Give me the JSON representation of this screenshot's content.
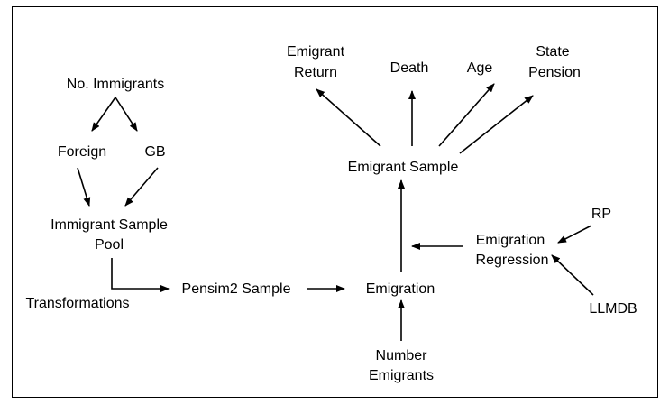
{
  "nodes": {
    "no_immigrants": "No. Immigrants",
    "foreign": "Foreign",
    "gb": "GB",
    "immigrant_sample_pool_line1": "Immigrant Sample",
    "immigrant_sample_pool_line2": "Pool",
    "transformations": "Transformations",
    "pensim2_sample": "Pensim2 Sample",
    "emigration": "Emigration",
    "number_emigrants_line1": "Number",
    "number_emigrants_line2": "Emigrants",
    "emigrant_sample": "Emigrant Sample",
    "emigrant_return_line1": "Emigrant",
    "emigrant_return_line2": "Return",
    "death": "Death",
    "age": "Age",
    "state_pension_line1": "State",
    "state_pension_line2": "Pension",
    "emigration_regression_line1": "Emigration",
    "emigration_regression_line2": "Regression",
    "rp": "RP",
    "llmdb": "LLMDB"
  },
  "colors": {
    "line": "#000000",
    "text": "#000000",
    "background": "#ffffff"
  }
}
